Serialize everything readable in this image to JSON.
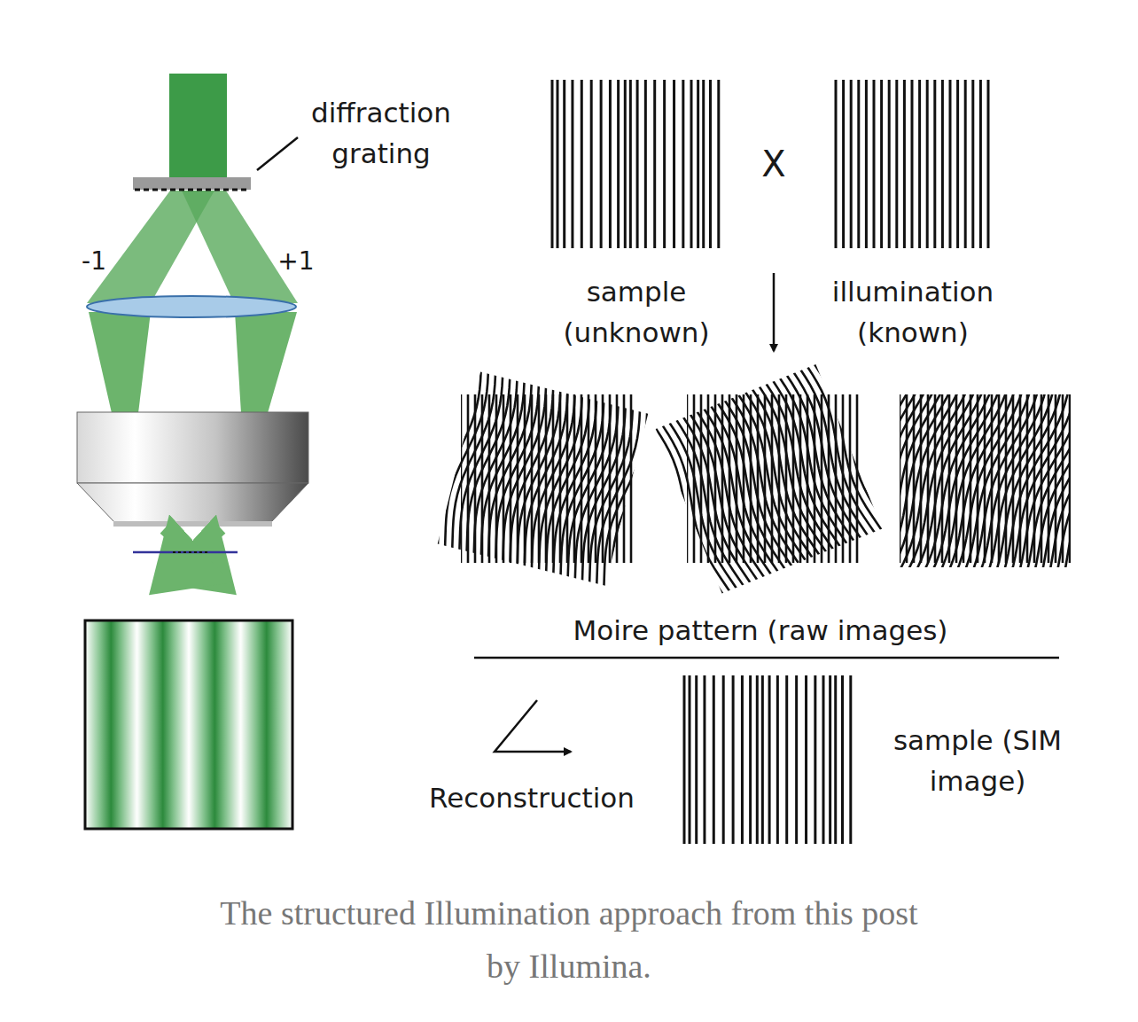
{
  "diagram": {
    "caption": "The structured Illumination approach from this post by Illumina.",
    "nodes": [
      {
        "text": [
          "sample (unknown)"
        ]
      },
      {
        "text": [
          "illumination (known)"
        ]
      },
      {
        "text": [
          "Moire pattern (raw images)"
        ]
      },
      {
        "text": [
          "sample (SIM image)"
        ]
      }
    ],
    "labels": [
      "diffraction grating",
      "-1",
      "+1",
      "X",
      "Reconstruction"
    ]
  }
}
